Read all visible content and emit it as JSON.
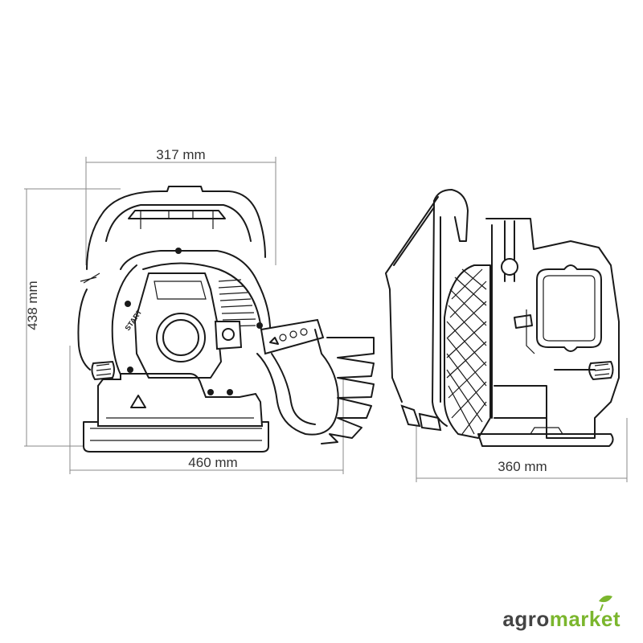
{
  "dimensions": {
    "front_width_top": "317 mm",
    "front_height": "438 mm",
    "front_width_bottom": "460 mm",
    "side_depth": "360 mm"
  },
  "labels": {
    "start": "START"
  },
  "brand": {
    "part1": "agro",
    "part2": "market",
    "color_part1": "#444444",
    "color_part2": "#7bb62d"
  },
  "icons": [
    "warning-triangle-icon",
    "apple-leaf-logo-icon"
  ]
}
